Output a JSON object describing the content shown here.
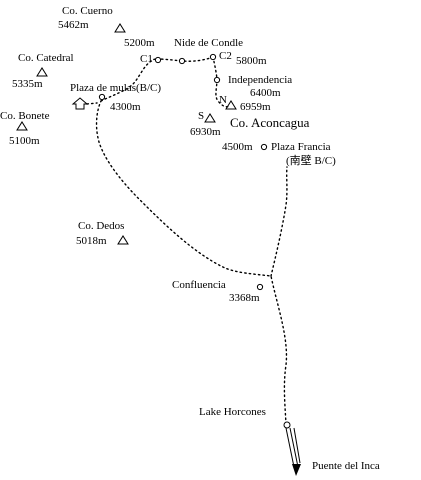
{
  "labels": {
    "cerro_cuerno_name": "Co. Cuerno",
    "cerro_cuerno_elev": "5462m",
    "cerro_catedral_name": "Co. Catedral",
    "cerro_catedral_elev": "5335m",
    "cerro_bonete_name": "Co. Bonete",
    "cerro_bonete_elev": "5100m",
    "cerro_dedos_name": "Co. Dedos",
    "cerro_dedos_elev": "5018m",
    "nido_de_condores": "Nide de Condle",
    "camp1_elev": "5200m",
    "camp1_name": "C1",
    "camp2_name": "C2",
    "camp2_elev": "5800m",
    "independencia_name": "Independencia",
    "independencia_elev": "6400m",
    "plaza_de_mulas_name": "Plaza de mulas(B/C)",
    "plaza_de_mulas_elev": "4300m",
    "north_summit_mark": "N",
    "north_summit_elev": "6959m",
    "south_summit_mark": "S",
    "south_summit_elev": "6930m",
    "aconcagua_name": "Co. Aconcagua",
    "plaza_francia_elev": "4500m",
    "plaza_francia_name": "Plaza Francia",
    "plaza_francia_note": "(南壁 B/C)",
    "confluencia_name": "Confluencia",
    "confluencia_elev": "3368m",
    "lake_horcones_name": "Lake Horcones",
    "puente_del_inca_name": "Puente del Inca"
  },
  "colors": {
    "background": "#ffffff",
    "ink": "#000000"
  }
}
